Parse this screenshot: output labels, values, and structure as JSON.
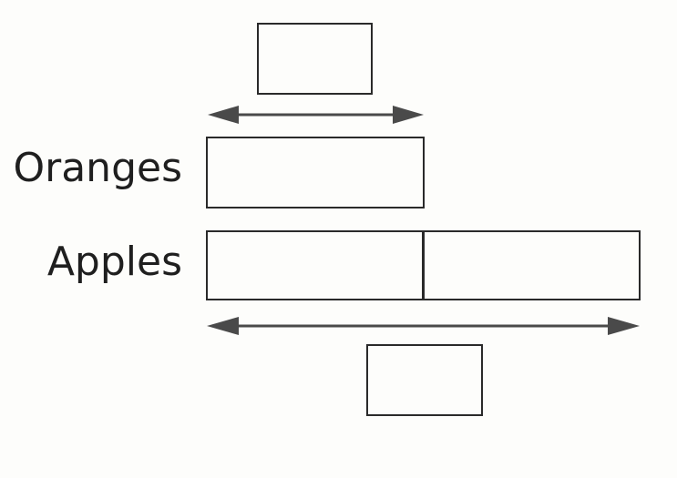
{
  "labels": {
    "oranges": "Oranges",
    "apples": "Apples"
  },
  "answer_boxes": {
    "top": "",
    "bottom": ""
  },
  "bar_model": {
    "oranges_units": 1,
    "apples_units": 2
  },
  "colors": {
    "stroke": "#2a2a2a",
    "arrow": "#4a4a4a",
    "text": "#1f1f1f",
    "background": "#fdfdfb"
  }
}
